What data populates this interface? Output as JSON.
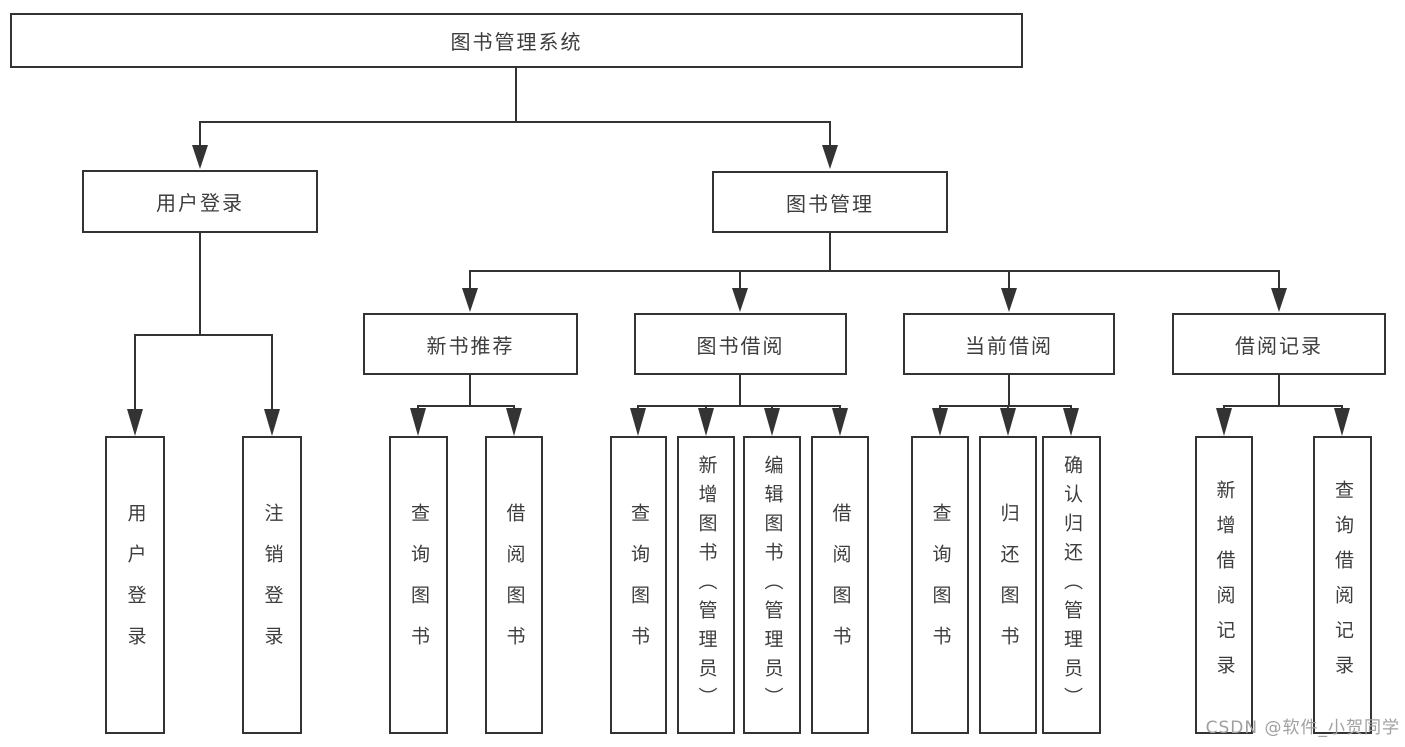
{
  "colors": {
    "bg": "#ffffff",
    "line": "#333333",
    "text": "#3d3d3d",
    "watermark": "#a0a0a0"
  },
  "watermark": "CSDN @软件_小贺同学",
  "diagram": {
    "root": {
      "label": "图书管理系统"
    },
    "branches": [
      {
        "label": "用户登录",
        "children": [
          {
            "label": "用户登录"
          },
          {
            "label": "注销登录"
          }
        ]
      },
      {
        "label": "图书管理",
        "children": [
          {
            "label": "新书推荐",
            "children": [
              {
                "label": "查询图书"
              },
              {
                "label": "借阅图书"
              }
            ]
          },
          {
            "label": "图书借阅",
            "children": [
              {
                "label": "查询图书"
              },
              {
                "label": "新增图书（管理员）"
              },
              {
                "label": "编辑图书（管理员）"
              },
              {
                "label": "借阅图书"
              }
            ]
          },
          {
            "label": "当前借阅",
            "children": [
              {
                "label": "查询图书"
              },
              {
                "label": "归还图书"
              },
              {
                "label": "确认归还（管理员）"
              }
            ]
          },
          {
            "label": "借阅记录",
            "children": [
              {
                "label": "新增借阅记录"
              },
              {
                "label": "查询借阅记录"
              }
            ]
          }
        ]
      }
    ]
  }
}
